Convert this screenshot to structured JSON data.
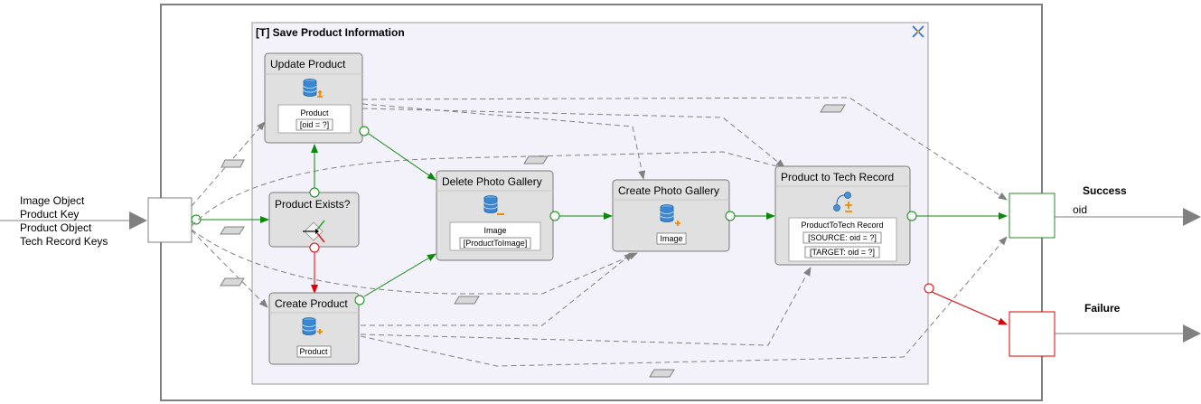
{
  "inputs": [
    "Image Object",
    "Product Key",
    "Product Object",
    "Tech Record Keys"
  ],
  "container": {
    "title": "[T] Save Product Information",
    "corner_icon": "collapse-arrows-icon"
  },
  "nodes": {
    "update_product": {
      "title": "Update Product",
      "icon": "database-add-icon",
      "param_title": "Product",
      "param_value": "[oid = ?]"
    },
    "product_exists": {
      "title": "Product Exists?",
      "icon": "switch-icon"
    },
    "create_product": {
      "title": "Create Product",
      "icon": "database-add-icon",
      "param_title": "Product"
    },
    "delete_photo_gallery": {
      "title": "Delete Photo Gallery",
      "icon": "database-remove-icon",
      "param_title": "Image",
      "param_value": "[ProductToImage]"
    },
    "create_photo_gallery": {
      "title": "Create Photo Gallery",
      "icon": "database-add-icon",
      "param_title": "Image"
    },
    "product_to_tech_record": {
      "title": "Product to Tech Record",
      "icon": "relation-add-icon",
      "param_title": "ProductToTech Record",
      "param_source": "[SOURCE: oid = ?]",
      "param_target": "[TARGET: oid = ?]"
    }
  },
  "outputs": {
    "success": {
      "label": "Success",
      "param": "oid"
    },
    "failure": {
      "label": "Failure"
    }
  },
  "colors": {
    "ok_flow": "#0a8a0a",
    "ko_flow": "#e00000",
    "transport": "#808080",
    "container_bg": "#f3f2fb",
    "node_bg": "#e0e0e0"
  }
}
